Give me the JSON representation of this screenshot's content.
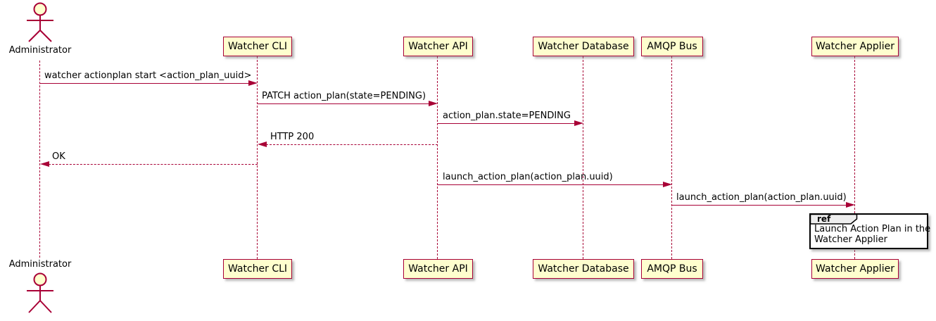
{
  "diagram_type": "sequence-diagram",
  "participants": [
    {
      "name": "Administrator",
      "kind": "actor"
    },
    {
      "name": "Watcher CLI",
      "kind": "participant"
    },
    {
      "name": "Watcher API",
      "kind": "participant"
    },
    {
      "name": "Watcher Database",
      "kind": "participant"
    },
    {
      "name": "AMQP Bus",
      "kind": "participant"
    },
    {
      "name": "Watcher Applier",
      "kind": "participant"
    }
  ],
  "messages": [
    {
      "from": "Administrator",
      "to": "Watcher CLI",
      "text": "watcher actionplan start <action_plan_uuid>",
      "line": "solid",
      "direction": "right"
    },
    {
      "from": "Watcher CLI",
      "to": "Watcher API",
      "text": "PATCH action_plan(state=PENDING)",
      "line": "solid",
      "direction": "right"
    },
    {
      "from": "Watcher API",
      "to": "Watcher Database",
      "text": "action_plan.state=PENDING",
      "line": "solid",
      "direction": "right"
    },
    {
      "from": "Watcher API",
      "to": "Watcher CLI",
      "text": "HTTP 200",
      "line": "dotted",
      "direction": "left"
    },
    {
      "from": "Watcher CLI",
      "to": "Administrator",
      "text": "OK",
      "line": "dotted",
      "direction": "left"
    },
    {
      "from": "Watcher API",
      "to": "AMQP Bus",
      "text": "launch_action_plan(action_plan.uuid)",
      "line": "solid",
      "direction": "right"
    },
    {
      "from": "AMQP Bus",
      "to": "Watcher Applier",
      "text": "launch_action_plan(action_plan.uuid)",
      "line": "solid",
      "direction": "right"
    }
  ],
  "ref_fragment": {
    "keyword": "ref",
    "over": "Watcher Applier",
    "line1": "Launch Action Plan in the",
    "line2": "Watcher Applier"
  },
  "colors": {
    "participant_fill": "#fefece",
    "participant_border": "#a80036",
    "lifeline": "#a80036",
    "arrow": "#a80036",
    "text": "#000000",
    "ref_border": "#000000",
    "ref_header_fill": "#eeeeee",
    "background": "#ffffff"
  }
}
